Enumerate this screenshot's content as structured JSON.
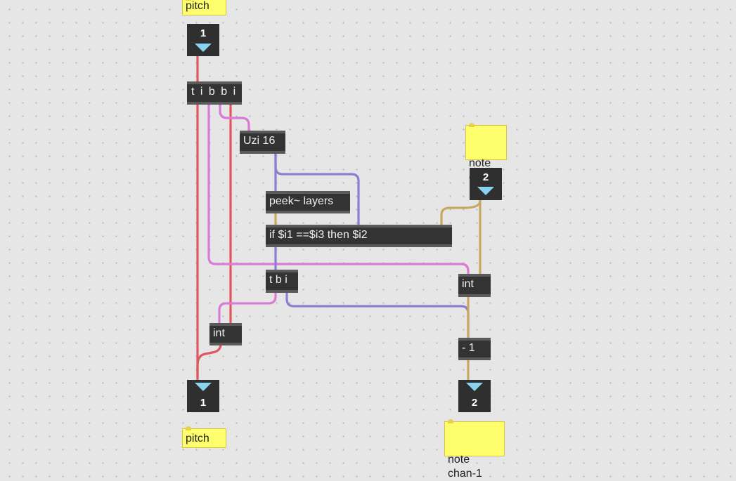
{
  "comments": {
    "pitch_top": "pitch",
    "note_chan_top": "note\nchan",
    "pitch_bottom": "pitch",
    "note_chan_bottom": "note\nchan-1"
  },
  "inlets": {
    "pitch_in": "1",
    "chan_in": "2"
  },
  "outlets": {
    "pitch_out": "1",
    "chan_out": "2"
  },
  "objects": {
    "trigger_main": "t i b b i",
    "uzi": "Uzi 16",
    "peek": "peek~ layers",
    "if_expr": "if $i1 ==$i3 then $i2",
    "trigger_bi": "t b i",
    "int_left": "int",
    "int_right": "int",
    "minus_one": "- 1"
  },
  "cable_colors": {
    "int": "#e0575f",
    "bang": "#d97ad6",
    "signal": "#8a7fd1",
    "chan": "#c8a860"
  }
}
